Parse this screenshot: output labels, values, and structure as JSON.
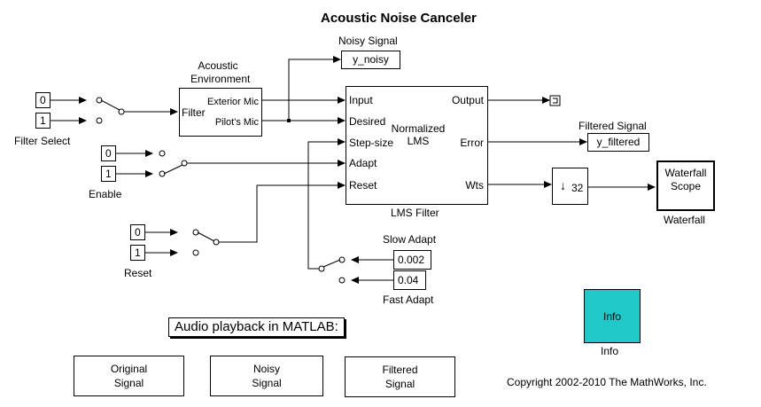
{
  "title": "Acoustic Noise Canceler",
  "filter_select": {
    "label": "Filter Select",
    "values": [
      "0",
      "1"
    ]
  },
  "enable": {
    "label": "Enable",
    "values": [
      "0",
      "1"
    ]
  },
  "reset": {
    "label": "Reset",
    "values": [
      "0",
      "1"
    ]
  },
  "switch_input_label": "Filter",
  "acoustic_env": {
    "label": "Acoustic\nEnvironment",
    "ports": [
      "Exterior Mic",
      "Pilot's Mic"
    ]
  },
  "noisy_signal": {
    "label": "Noisy Signal",
    "var": "y_noisy"
  },
  "lms": {
    "label": "LMS Filter",
    "center": "Normalized\nLMS",
    "inputs": [
      "Input",
      "Desired",
      "Step-size",
      "Adapt",
      "Reset"
    ],
    "outputs": [
      "Output",
      "Error",
      "Wts"
    ]
  },
  "filtered_signal": {
    "label": "Filtered Signal",
    "var": "y_filtered"
  },
  "downsample": {
    "arrow": "↓",
    "factor": "32"
  },
  "waterfall": {
    "block": "Waterfall\nScope",
    "label": "Waterfall"
  },
  "slow_adapt": {
    "label": "Slow Adapt",
    "value": "0.002"
  },
  "fast_adapt": {
    "label": "Fast Adapt",
    "value": "0.04"
  },
  "info": {
    "block": "Info",
    "label": "Info",
    "color": "#20c8c8"
  },
  "audio": {
    "heading": "Audio playback in MATLAB:",
    "buttons": [
      "Original\nSignal",
      "Noisy\nSignal",
      "Filtered\nSignal"
    ]
  },
  "copyright": "Copyright 2002-2010 The MathWorks, Inc."
}
